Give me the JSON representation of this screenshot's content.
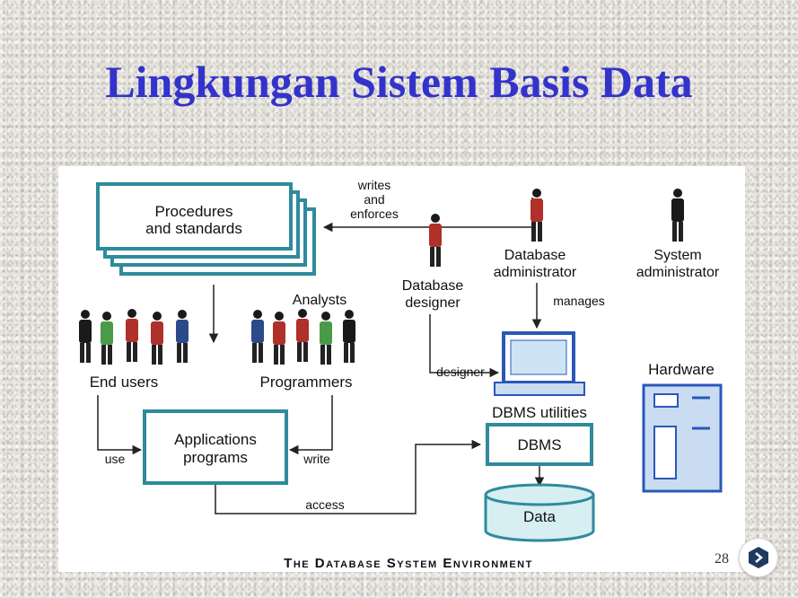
{
  "slide": {
    "title": "Lingkungan Sistem Basis Data",
    "page_number": "28"
  },
  "diagram": {
    "caption": "The Database System Environment",
    "procedures": [
      "Procedures",
      "and standards"
    ],
    "writes_enforces": [
      "writes",
      "and",
      "enforces"
    ],
    "db_designer": [
      "Database",
      "designer"
    ],
    "db_admin": [
      "Database",
      "administrator"
    ],
    "sys_admin": [
      "System",
      "administrator"
    ],
    "manages": "manages",
    "designer_edge": "designer",
    "analysts": "Analysts",
    "programmers": "Programmers",
    "end_users": "End users",
    "applications": [
      "Applications",
      "programs"
    ],
    "use": "use",
    "write": "write",
    "access": "access",
    "dbms_utilities": "DBMS utilities",
    "dbms": "DBMS",
    "data": "Data",
    "hardware": "Hardware"
  },
  "colors": {
    "title": "#3333cc",
    "box_stroke": "#2e8b9c",
    "box_fill_light": "#d7eef2",
    "hardware_fill": "#c9dcf2",
    "hardware_stroke": "#2a58b8"
  }
}
